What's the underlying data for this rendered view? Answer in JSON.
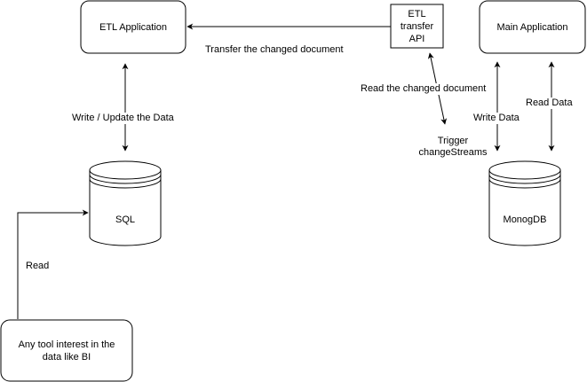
{
  "nodes": {
    "etl_application": "ETL Application",
    "etl_transfer_api": "ETL transfer\nAPI",
    "main_application": "Main Application",
    "sql": "SQL",
    "mongodb": "MonogDB",
    "bi_tool": "Any tool interest in the\ndata like BI"
  },
  "edges": {
    "transfer": "Transfer the changed document",
    "read_changed": "Read the changed document",
    "trigger": "Trigger\nchangeStreams",
    "write_update": "Write / Update the Data",
    "write_data": "Write Data",
    "read_data": "Read Data",
    "read": "Read"
  },
  "colors": {
    "stroke": "#000000",
    "fill": "#ffffff"
  }
}
